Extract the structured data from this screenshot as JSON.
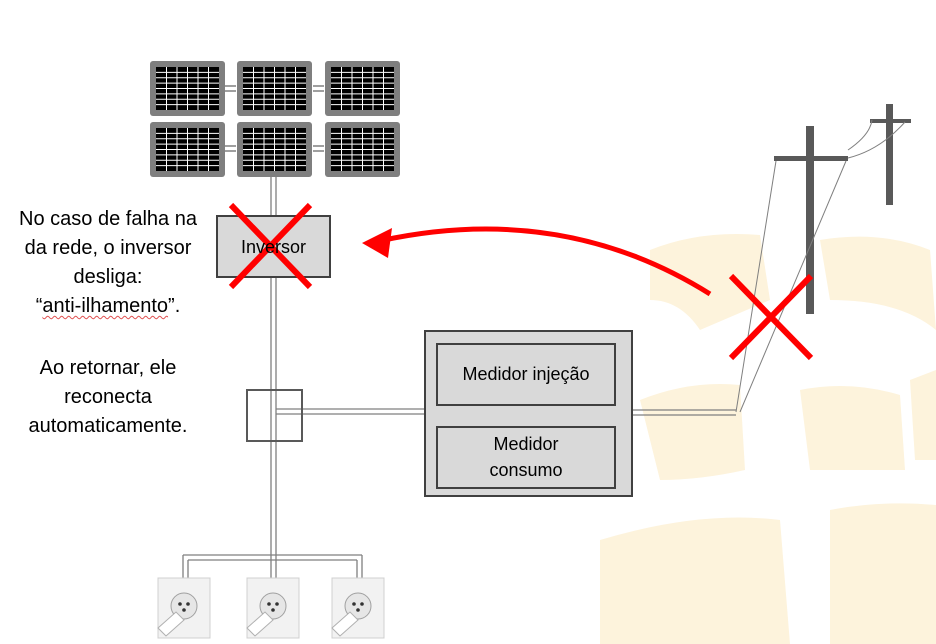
{
  "notes": {
    "failure_line1": "No caso de falha na",
    "failure_line2": "da rede, o inversor",
    "failure_line3": "desliga:",
    "failure_line4_open": "“",
    "failure_line4_word": "anti-ilhamento",
    "failure_line4_close": "”.",
    "return_line1": "Ao retornar, ele",
    "return_line2": "reconecta",
    "return_line3": "automaticamente."
  },
  "components": {
    "inverter_label": "Inversor",
    "meter_injection_label": "Medidor injeção",
    "meter_consumption_line1": "Medidor",
    "meter_consumption_line2": "consumo"
  },
  "colors": {
    "alert": "#ff0000",
    "box_fill": "#d9d9d9",
    "panel_frame": "#7f7f7f",
    "pole": "#595959",
    "watermark": "#fdf3dc"
  },
  "icons": [
    "solar-panel-icon",
    "utility-pole-icon",
    "power-outlet-icon",
    "cross-mark-icon"
  ]
}
